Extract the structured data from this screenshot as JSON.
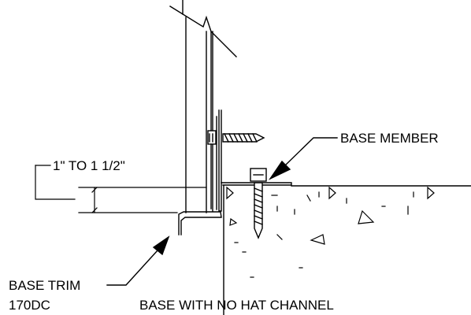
{
  "labels": {
    "base_member": "BASE MEMBER",
    "dimension": "1\" TO 1 1/2\"",
    "base_trim": "BASE TRIM",
    "base_trim_code": "170DC",
    "caption": "BASE WITH NO HAT CHANNEL"
  }
}
